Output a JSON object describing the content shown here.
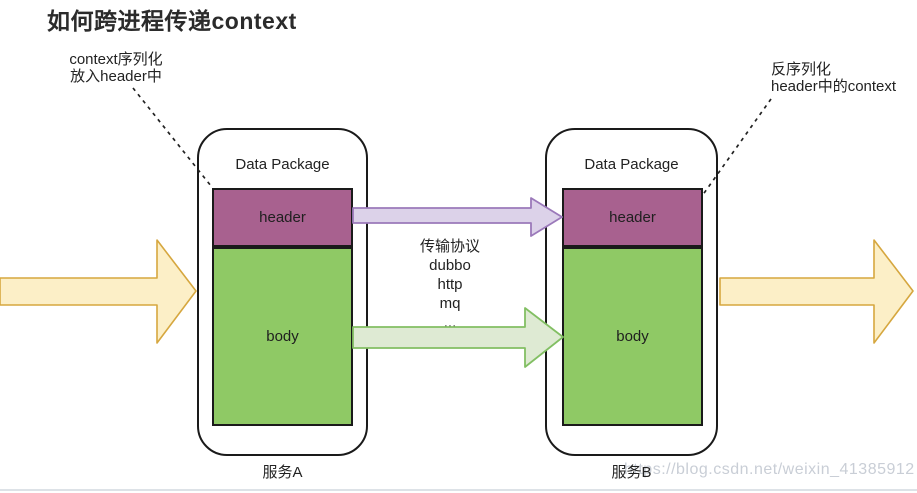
{
  "title": "如何跨进程传递context",
  "annotations": {
    "left": {
      "line1": "context序列化",
      "line2": "放入header中"
    },
    "right": {
      "line1": "反序列化",
      "line2": "header中的context"
    }
  },
  "services": {
    "a": {
      "package_label": "Data Package",
      "header_label": "header",
      "body_label": "body",
      "caption": "服务A"
    },
    "b": {
      "package_label": "Data Package",
      "header_label": "header",
      "body_label": "body",
      "caption": "服务B"
    }
  },
  "protocols": {
    "title": "传输协议",
    "items": [
      "dubbo",
      "http",
      "mq",
      "..."
    ]
  },
  "watermark": "https://blog.csdn.net/weixin_41385912",
  "colors": {
    "header_fill": "#a8618f",
    "body_fill": "#8fc965",
    "box_border": "#1a1a1a",
    "purple_arrow_fill": "#dcd2e9",
    "purple_arrow_stroke": "#9b79ba",
    "green_arrow_fill": "#deead3",
    "green_arrow_stroke": "#82bf63",
    "yellow_arrow_fill": "#fcefc7",
    "yellow_arrow_stroke": "#d6a73f",
    "watermark_color": "#c9ced6"
  }
}
